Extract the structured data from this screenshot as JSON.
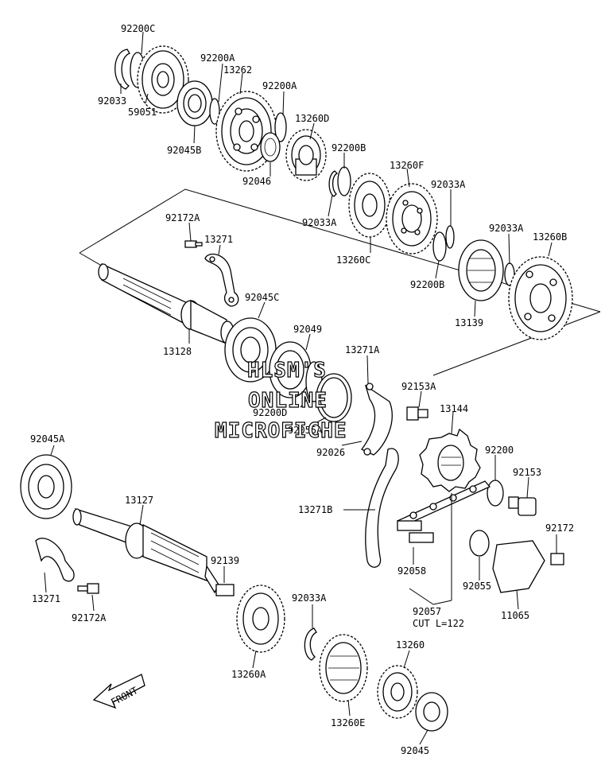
{
  "watermark": [
    "HLSM'S",
    "ONLINE",
    "MICROFICHE"
  ],
  "labels": {
    "p92200C": "92200C",
    "p92033_top": "92033",
    "p59051": "59051",
    "p92200A_1": "92200A",
    "p13262": "13262",
    "p92200A_2": "92200A",
    "p92045B": "92045B",
    "p13260D": "13260D",
    "p92046": "92046",
    "p92200B_1": "92200B",
    "p92033A_1": "92033A",
    "p13260F": "13260F",
    "p92033A_2": "92033A",
    "p13260C": "13260C",
    "p92033A_3": "92033A",
    "p13260B": "13260B",
    "p92200B_2": "92200B",
    "p13139": "13139",
    "p92172A_1": "92172A",
    "p13271_1": "13271",
    "p92045C": "92045C",
    "p13128": "13128",
    "p92049": "92049",
    "p13271A": "13271A",
    "p92153A": "92153A",
    "p92200D": "92200D",
    "p92055A": "92055A",
    "p13144": "13144",
    "p92026": "92026",
    "p92045A": "92045A",
    "p92200": "92200",
    "p92153": "92153",
    "p13127": "13127",
    "p13271B": "13271B",
    "p92172": "92172",
    "p92058": "92058",
    "p92055": "92055",
    "p11065": "11065",
    "p92139": "92139",
    "p92057": "92057",
    "p92057_cut": "CUT L=122",
    "p13271_2": "13271",
    "p92172A_2": "92172A",
    "p92033A_4": "92033A",
    "p13260A": "13260A",
    "p13260": "13260",
    "p13260E": "13260E",
    "p92045": "92045"
  },
  "front_label": "FRONT"
}
